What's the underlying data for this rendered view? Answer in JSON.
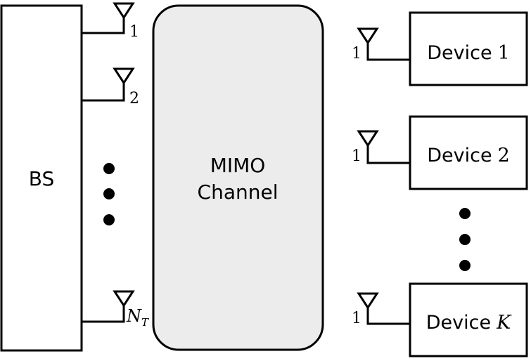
{
  "base_station": {
    "label": "BS"
  },
  "channel": {
    "line1": "MIMO",
    "line2": "Channel"
  },
  "bs_antennas": [
    {
      "index_label": "1"
    },
    {
      "index_label": "2"
    },
    {
      "index_label_main": "N",
      "index_label_sub": "T"
    }
  ],
  "devices": [
    {
      "name": "Device",
      "index": "1",
      "antenna_label": "1"
    },
    {
      "name": "Device",
      "index": "2",
      "antenna_label": "1"
    },
    {
      "name": "Device",
      "index": "K",
      "antenna_label": "1"
    }
  ],
  "colors": {
    "stroke": "#000000",
    "channel_fill": "#ececec",
    "box_fill": "#ffffff"
  }
}
